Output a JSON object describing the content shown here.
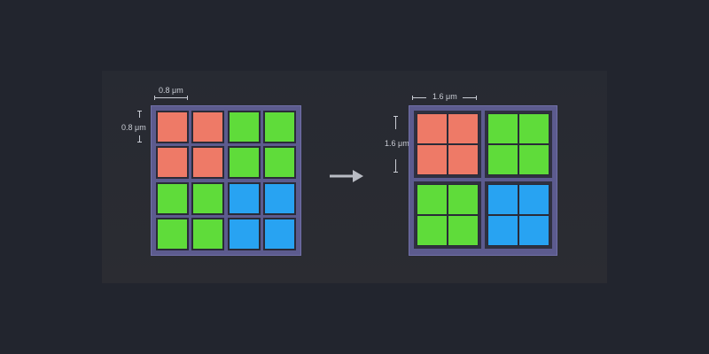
{
  "colors": {
    "red": "#ee7a67",
    "green": "#5fdc3a",
    "blue": "#28a3f2",
    "grid_bg": "#5c5b8e",
    "arrow": "#b9bcc4"
  },
  "left_grid": {
    "width_label": "0.8 μm",
    "height_label": "0.8 μm",
    "rows": [
      [
        "red",
        "red",
        "green",
        "green"
      ],
      [
        "red",
        "red",
        "green",
        "green"
      ],
      [
        "green",
        "green",
        "blue",
        "blue"
      ],
      [
        "green",
        "green",
        "blue",
        "blue"
      ]
    ]
  },
  "right_grid": {
    "width_label": "1.6 μm",
    "height_label": "1.6 μm",
    "rows": [
      [
        "red",
        "green"
      ],
      [
        "green",
        "blue"
      ]
    ]
  },
  "arrow_icon": "right-arrow-icon"
}
